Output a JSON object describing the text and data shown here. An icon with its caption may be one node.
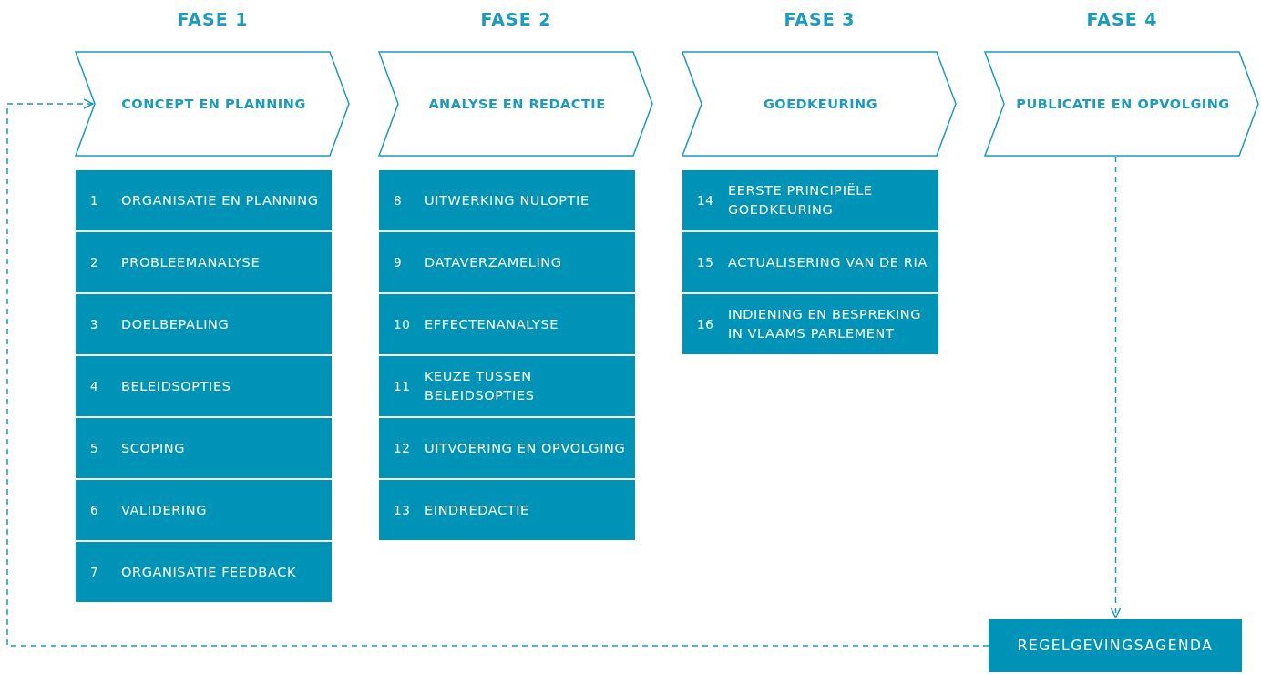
{
  "diagram": {
    "nodes": [
      {
        "text": [
          "FASE 1",
          "CONCEPT EN PLANNING"
        ]
      },
      {
        "text": [
          "1",
          "ORGANISATIE EN PLANNING"
        ]
      },
      {
        "text": [
          "2",
          "PROBLEEMANALYSE"
        ]
      },
      {
        "text": [
          "3",
          "DOELBEPALING"
        ]
      },
      {
        "text": [
          "4",
          "BELEIDSOPTIES"
        ]
      },
      {
        "text": [
          "5",
          "SCOPING"
        ]
      },
      {
        "text": [
          "6",
          "VALIDERING"
        ]
      },
      {
        "text": [
          "7",
          "ORGANISATIE FEEDBACK"
        ]
      },
      {
        "text": [
          "FASE 2",
          "ANALYSE EN REDACTIE"
        ]
      },
      {
        "text": [
          "8",
          "UITWERKING NULOPTIE"
        ]
      },
      {
        "text": [
          "9",
          "DATAVERZAMELING"
        ]
      },
      {
        "text": [
          "10",
          "EFFECTENANALYSE"
        ]
      },
      {
        "text": [
          "11",
          "KEUZE TUSSEN BELEIDSOPTIES"
        ]
      },
      {
        "text": [
          "12",
          "UITVOERING EN OPVOLGING"
        ]
      },
      {
        "text": [
          "13",
          "EINDREDACTIE"
        ]
      },
      {
        "text": [
          "FASE 3",
          "GOEDKEURING"
        ]
      },
      {
        "text": [
          "14",
          "EERSTE PRINCIPIËLE GOEDKEURING"
        ]
      },
      {
        "text": [
          "15",
          "ACTUALISERING VAN DE RIA"
        ]
      },
      {
        "text": [
          "16",
          "INDIENING EN BESPREKING IN VLAAMS PARLEMENT"
        ]
      },
      {
        "text": [
          "FASE 4",
          "PUBLICATIE EN OPVOLGING"
        ]
      },
      {
        "text": [
          "REGELGEVINGSAGENDA"
        ]
      }
    ],
    "edges": [
      {
        "from": 19,
        "to": 20,
        "arrow": "to",
        "style": "dashed"
      },
      {
        "from": 20,
        "to": 0,
        "arrow": "to",
        "style": "dashed"
      }
    ]
  }
}
